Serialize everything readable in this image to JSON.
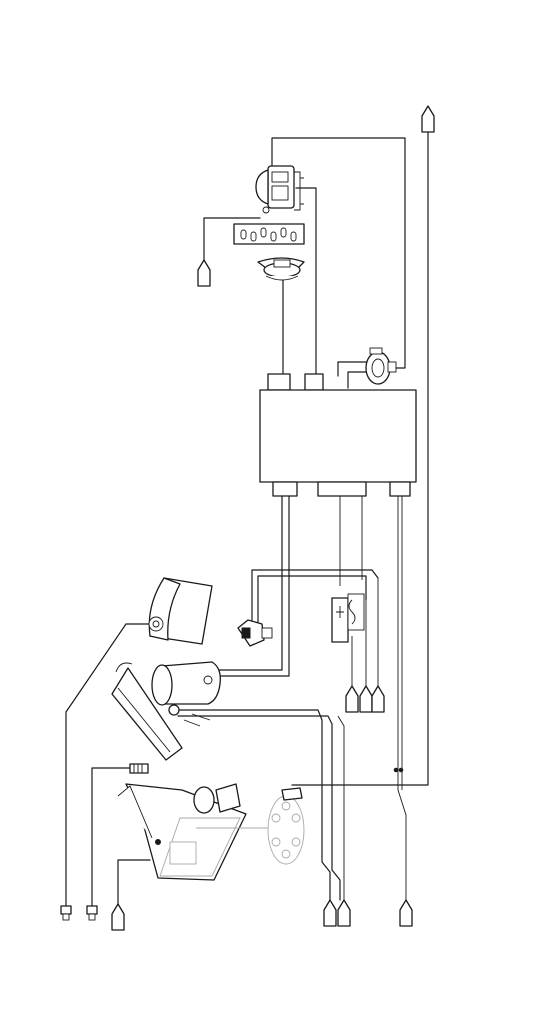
{
  "diagram": {
    "type": "wiring-schematic",
    "style": "black line art on white",
    "colors": {
      "line": "#1a1a1a",
      "background": "#ffffff",
      "ghost": "#a8a8a8"
    },
    "components": [
      "control-pod",
      "connector-strip",
      "hub-motor",
      "control-module",
      "inline-fuse",
      "headlight-lens",
      "key-switch",
      "relay",
      "round-pod-light",
      "handlebar-grip",
      "inline-switch",
      "battery-box",
      "starter-solenoid",
      "trailer-plug"
    ],
    "terminals": [
      "top-right-lead",
      "left-lead",
      "relay-lead-1",
      "relay-lead-2",
      "relay-lead-3",
      "bottom-left-lead",
      "bottom-lead-1",
      "bottom-lead-2",
      "bottom-right-lead"
    ]
  }
}
